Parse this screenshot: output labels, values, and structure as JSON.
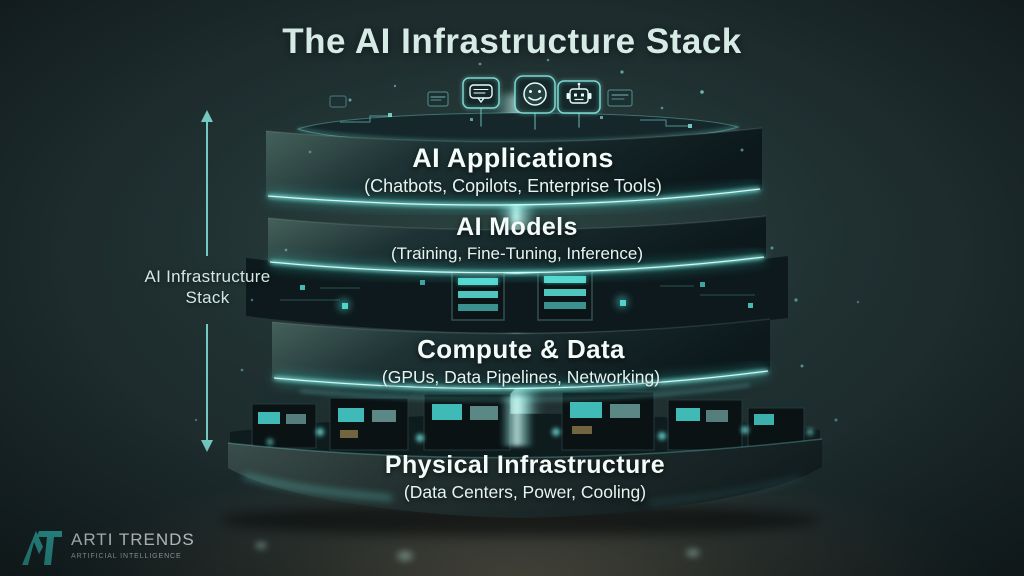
{
  "title": "The AI Infrastructure Stack",
  "side_annotation": {
    "label_line1": "AI Infrastructure",
    "label_line2": "Stack"
  },
  "layers": [
    {
      "title": "AI Applications",
      "subtitle": "(Chatbots, Copilots, Enterprise Tools)"
    },
    {
      "title": "AI Models",
      "subtitle": "(Training, Fine-Tuning, Inference)"
    },
    {
      "title": "Compute & Data",
      "subtitle": "(GPUs, Data Pipelines, Networking)"
    },
    {
      "title": "Physical Infrastructure",
      "subtitle": "(Data Centers, Power, Cooling)"
    }
  ],
  "floating_icons": [
    "chat-bubble-icon",
    "smiley-face-icon",
    "robot-icon"
  ],
  "logo": {
    "monogram": "AT",
    "name": "ARTI TRENDS",
    "tagline": "ARTIFICIAL INTELLIGENCE"
  },
  "colors": {
    "background": "#1c2a2c",
    "accent_glow": "#7feee6",
    "title_text": "#d7ebe5",
    "layer_text": "#f4fcfa",
    "logo_teal": "#35bdb6"
  }
}
